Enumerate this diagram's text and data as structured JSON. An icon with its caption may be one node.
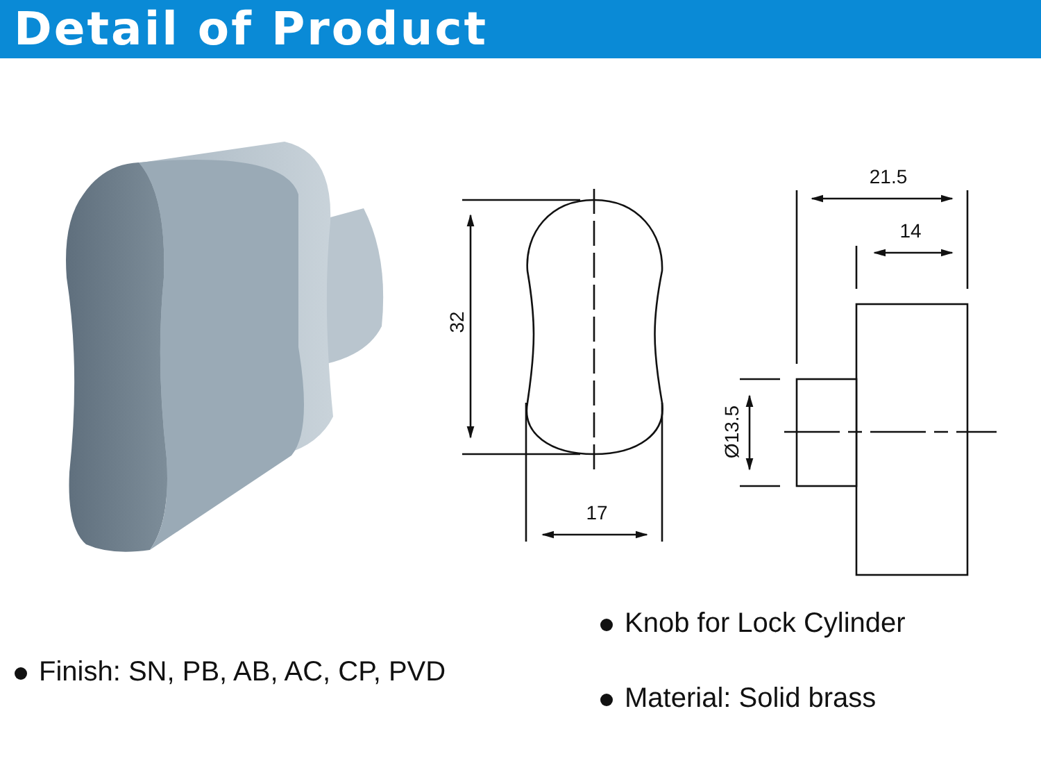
{
  "diagram": {
    "title": "Detail of Product",
    "labels": [
      "21.5",
      "14",
      "32",
      "Ø13.5",
      "17",
      "Knob for Lock Cylinder",
      "Finish: SN, PB, AB, AC, CP, PVD",
      "Material: Solid brass"
    ]
  }
}
